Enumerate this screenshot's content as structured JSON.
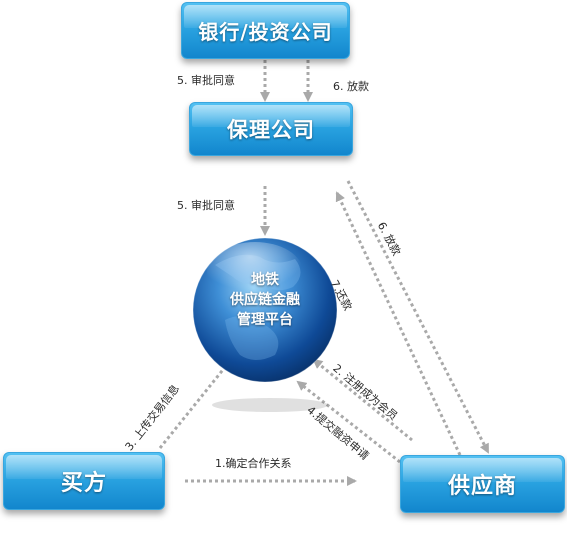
{
  "nodes": {
    "bank": "银行/投资公司",
    "factoring": "保理公司",
    "buyer": "买方",
    "supplier": "供应商",
    "platform": [
      "地铁",
      "供应链金融",
      "管理平台"
    ]
  },
  "edges": {
    "bank_approve": "5. 审批同意",
    "bank_loan": "6. 放款",
    "factoring_approve": "5. 审批同意",
    "factoring_loan": "6. 放款",
    "repay": "7.还款",
    "register": "2. 注册成为会员",
    "apply": "4.提交融资申请",
    "upload": "3. 上传交易信息",
    "cooperate": "1.确定合作关系"
  },
  "colors": {
    "box_top": "#53c1f2",
    "box_bottom": "#1286cd",
    "arrow": "#a9a9a9",
    "globe_dark": "#0b3f88",
    "globe_light": "#5fb0e6"
  }
}
